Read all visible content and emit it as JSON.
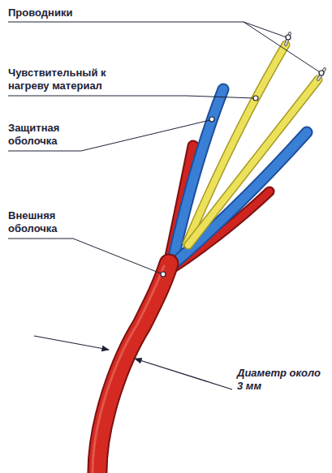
{
  "diagram": {
    "labels": [
      "Проводники",
      "Чувствительный к нагреву материал",
      "Защитная оболочка",
      "Внешняя оболочка",
      "Диаметр около 3 мм"
    ]
  }
}
